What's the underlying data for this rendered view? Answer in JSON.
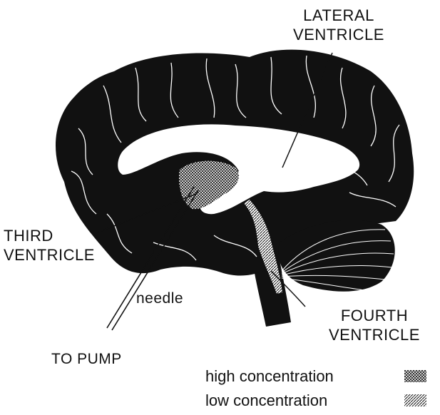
{
  "labels": {
    "lateral_ventricle": [
      "LATERAL",
      "VENTRICLE"
    ],
    "third_ventricle": [
      "THIRD",
      "VENTRICLE"
    ],
    "needle": "needle",
    "fourth_ventricle": [
      "FOURTH",
      "VENTRICLE"
    ],
    "to_pump": "TO PUMP"
  },
  "legend": {
    "high": "high concentration",
    "low": "low concentration"
  },
  "colors": {
    "brain": "#111111",
    "ventricle": "#ffffff",
    "ink": "#111111"
  }
}
